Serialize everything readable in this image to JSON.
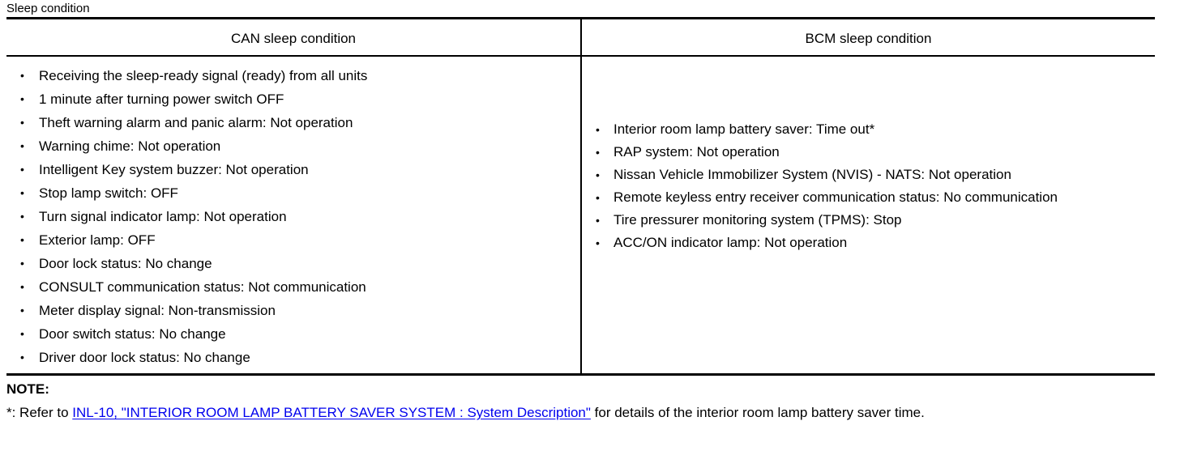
{
  "caption": "Sleep condition",
  "table": {
    "headers": {
      "left": "CAN sleep condition",
      "right": "BCM sleep condition"
    },
    "can_sleep_condition": [
      "Receiving the sleep-ready signal (ready) from all units",
      "1 minute after turning power switch OFF",
      "Theft warning alarm and panic alarm: Not operation",
      "Warning chime: Not operation",
      "Intelligent Key system buzzer: Not operation",
      "Stop lamp switch: OFF",
      "Turn signal indicator lamp: Not operation",
      "Exterior lamp: OFF",
      "Door lock status: No change",
      "CONSULT communication status: Not communication",
      "Meter display signal: Non-transmission",
      "Door switch status: No change",
      "Driver door lock status: No change"
    ],
    "bcm_sleep_condition": [
      "Interior room lamp battery saver: Time out*",
      "RAP system: Not operation",
      "Nissan Vehicle Immobilizer System (NVIS) - NATS: Not operation",
      "Remote keyless entry receiver communication status: No communication",
      "Tire pressurer monitoring system (TPMS): Stop",
      "ACC/ON indicator lamp: Not operation"
    ]
  },
  "note": {
    "title": "NOTE:",
    "prefix": "*: Refer to ",
    "link": "INL-10, \"INTERIOR ROOM LAMP BATTERY SAVER SYSTEM : System Description\"",
    "suffix": " for details of the interior room lamp battery saver time."
  },
  "colors": {
    "text": "#000000",
    "background": "#ffffff",
    "rule": "#000000"
  }
}
